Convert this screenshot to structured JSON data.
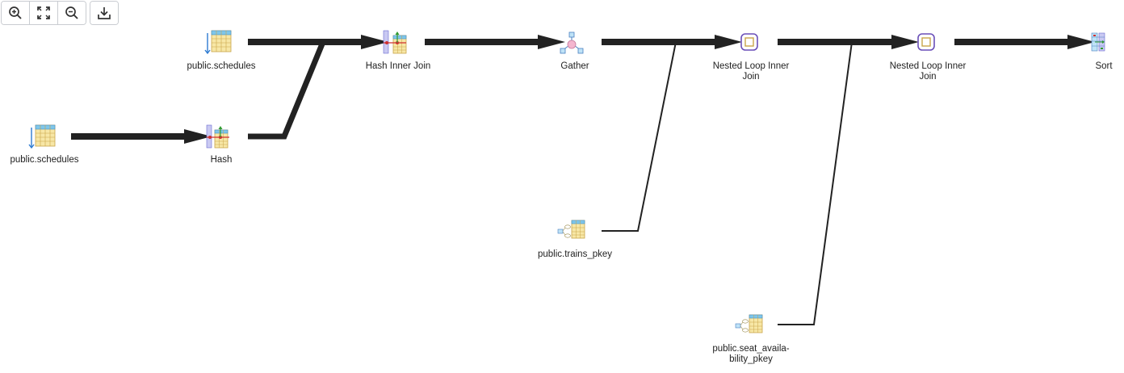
{
  "toolbar": {
    "zoom_in": "zoom-in-icon",
    "fit": "fit-screen-icon",
    "zoom_out": "zoom-out-icon",
    "download": "download-icon"
  },
  "nodes": {
    "schedules_top": "public.schedules",
    "schedules_bottom": "public.schedules",
    "hash": "Hash",
    "hash_inner_join": "Hash Inner Join",
    "gather": "Gather",
    "trains_pkey": "public.trains_pkey",
    "nested_loop_1_line1": "Nested Loop Inner",
    "nested_loop_1_line2": "Join",
    "nested_loop_2_line1": "Nested Loop Inner",
    "nested_loop_2_line2": "Join",
    "seat_pkey_line1": "public.seat_availa-",
    "seat_pkey_line2": "bility_pkey",
    "sort": "Sort"
  },
  "colors": {
    "edge": "#222222",
    "table_header": "#7ec6ea",
    "table_body": "#f7e7a6",
    "table_grid": "#c9a54a",
    "accent_blue": "#2e7bd1"
  }
}
